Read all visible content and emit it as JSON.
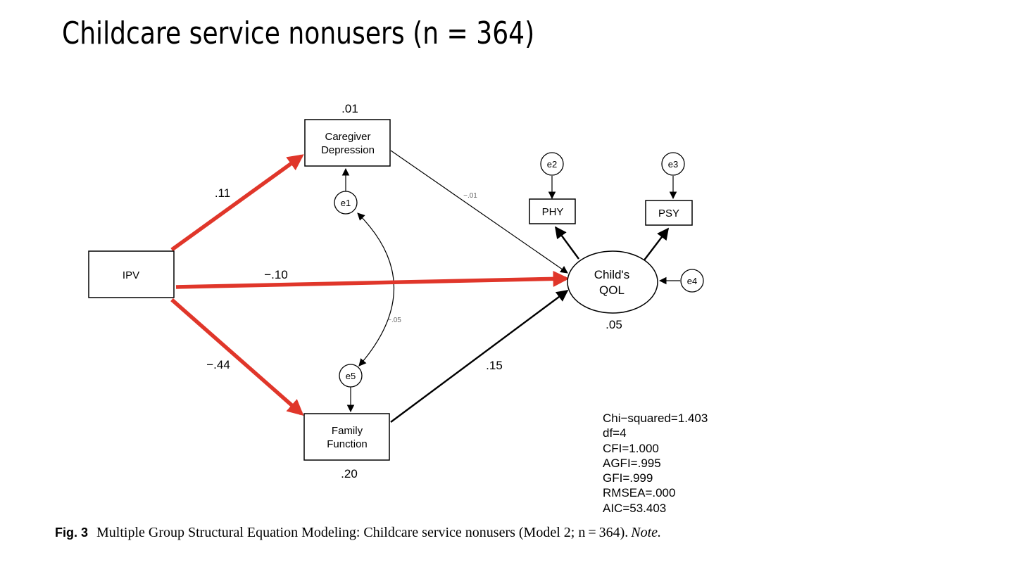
{
  "title": "Childcare service nonusers (n = 364)",
  "nodes": {
    "ipv": "IPV",
    "caregiver_depression": [
      "Caregiver",
      "Depression"
    ],
    "family_function": [
      "Family",
      "Function"
    ],
    "phy": "PHY",
    "psy": "PSY",
    "childs_qol": [
      "Child's",
      "QOL"
    ]
  },
  "errors": {
    "e1": "e1",
    "e2": "e2",
    "e3": "e3",
    "e4": "e4",
    "e5": "e5"
  },
  "r_squared": {
    "caregiver_depression": ".01",
    "family_function": ".20",
    "childs_qol": ".05"
  },
  "paths": {
    "ipv_to_caregiver": ".11",
    "ipv_to_qol": "−.10",
    "ipv_to_family": "−.44",
    "caregiver_to_qol": "−.01",
    "family_to_qol": ".15",
    "e1_e5_covariance": "−.05"
  },
  "fit_indices": [
    "Chi−squared=1.403",
    "df=4",
    "CFI=1.000",
    "AGFI=.995",
    "GFI=.999",
    "RMSEA=.000",
    "AIC=53.403"
  ],
  "caption": {
    "lead": "Fig. 3",
    "body": "Multiple Group Structural Equation Modeling: Childcare service nonusers (Model 2; n = 364).",
    "note": "Note."
  },
  "colors": {
    "highlight": "#e0362a",
    "line": "#000000"
  }
}
